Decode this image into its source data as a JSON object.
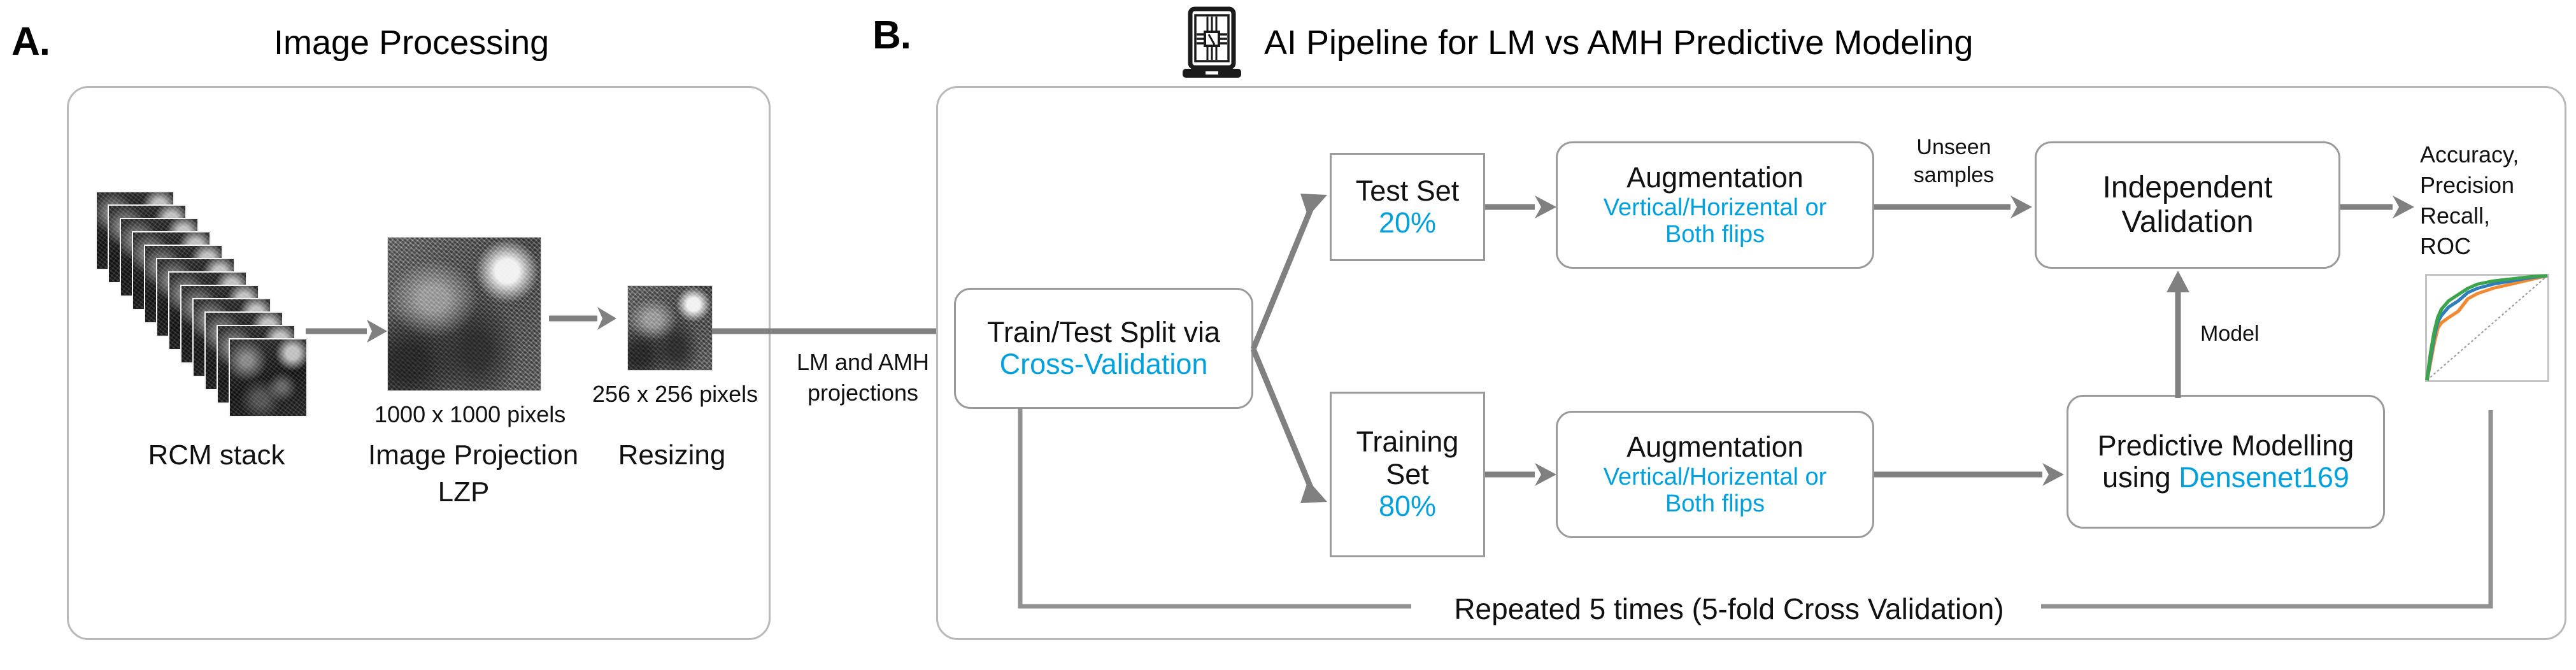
{
  "figure": {
    "panel_a": {
      "letter": "A.",
      "heading": "Image Processing",
      "steps": [
        {
          "label": "RCM stack",
          "sublabel": "",
          "size_label": ""
        },
        {
          "label": "Image Projection",
          "sublabel": "LZP",
          "size_label": "1000 x 1000 pixels"
        },
        {
          "label": "Resizing",
          "sublabel": "",
          "size_label": "256 x 256 pixels"
        }
      ]
    },
    "panel_b": {
      "letter": "B.",
      "heading": "AI Pipeline for LM vs AMH Predictive Modeling",
      "icon": "laptop-chip-icon",
      "nodes": {
        "split": {
          "line1": "Train/Test Split via",
          "line2": "Cross-Validation"
        },
        "test_set": {
          "line1": "Test Set",
          "line2": "20%"
        },
        "training_set": {
          "line1": "Training",
          "line2": "Set",
          "line3": "80%"
        },
        "augmentation_top": {
          "line1": "Augmentation",
          "line2": "Vertical/Horizental or",
          "line3": "Both flips"
        },
        "augmentation_bottom": {
          "line1": "Augmentation",
          "line2": "Vertical/Horizental or",
          "line3": "Both flips"
        },
        "independent_validation": {
          "line1": "Independent",
          "line2": "Validation"
        },
        "predictive_modelling": {
          "line1": "Predictive Modelling",
          "line2a": "using ",
          "line2b": "Densenet169"
        }
      },
      "edge_labels": {
        "projections": "LM and AMH\nprojections",
        "projections_line1": "LM and AMH",
        "projections_line2": "projections",
        "unseen_line1": "Unseen",
        "unseen_line2": "samples",
        "model": "Model"
      },
      "metrics": {
        "line1": "Accuracy,",
        "line2": "Precision",
        "line3": "Recall,",
        "line4": "ROC"
      },
      "roc_thumbnail": {
        "name": "roc-curve-thumbnail",
        "series": [
          "fold-orange",
          "fold-blue",
          "fold-green"
        ],
        "reference_line": "diagonal-chance-line"
      },
      "footer": "Repeated 5 times (5-fold Cross Validation)"
    }
  },
  "colors": {
    "accent": "#00A0DC",
    "border": "#9a9a9a",
    "panel_border": "#b9b9b9",
    "arrow": "#808080",
    "text": "#111111"
  },
  "chart_data": {
    "type": "line",
    "title": "ROC",
    "xlabel": "",
    "ylabel": "",
    "xlim": [
      0,
      1
    ],
    "ylim": [
      0,
      1
    ],
    "grid": false,
    "legend": "none",
    "x": [
      0.0,
      0.03,
      0.06,
      0.09,
      0.12,
      0.18,
      0.26,
      0.34,
      0.42,
      0.55,
      0.7,
      0.85,
      1.0
    ],
    "series": [
      {
        "name": "fold-orange",
        "color": "#F08A33",
        "values": [
          0.0,
          0.18,
          0.36,
          0.5,
          0.55,
          0.6,
          0.66,
          0.78,
          0.83,
          0.88,
          0.92,
          0.96,
          1.0
        ]
      },
      {
        "name": "fold-blue",
        "color": "#2E7EBB",
        "values": [
          0.0,
          0.22,
          0.42,
          0.56,
          0.62,
          0.7,
          0.76,
          0.84,
          0.88,
          0.92,
          0.95,
          0.98,
          1.0
        ]
      },
      {
        "name": "fold-green",
        "color": "#3BA34B",
        "values": [
          0.0,
          0.26,
          0.46,
          0.6,
          0.68,
          0.76,
          0.82,
          0.88,
          0.92,
          0.95,
          0.97,
          0.99,
          1.0
        ]
      },
      {
        "name": "diagonal-chance-line",
        "color": "#808080",
        "values": [
          0.0,
          0.03,
          0.06,
          0.09,
          0.12,
          0.18,
          0.26,
          0.34,
          0.42,
          0.55,
          0.7,
          0.85,
          1.0
        ]
      }
    ]
  }
}
